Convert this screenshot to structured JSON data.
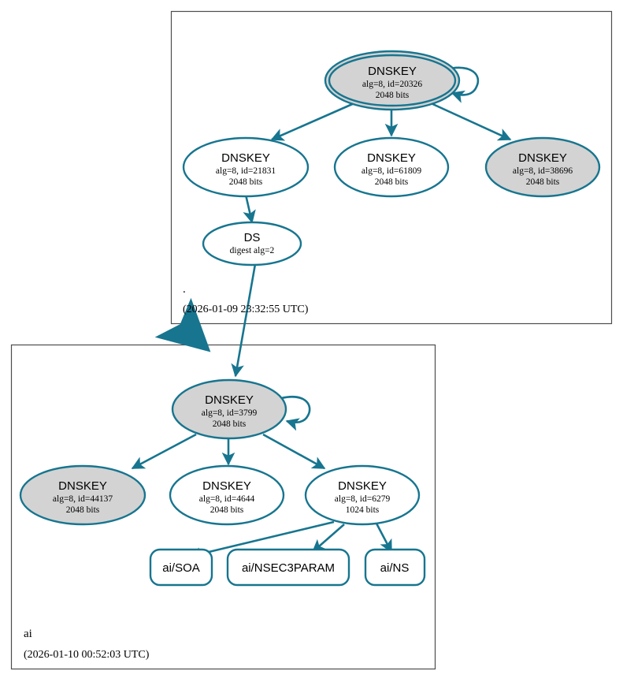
{
  "meta": {
    "colors": {
      "teal": "#17758f",
      "node_secure_fill": "#d3d3d3",
      "node_plain_fill": "#ffffff",
      "zone_border": "#4d4d4d",
      "text": "#000000"
    }
  },
  "zones": [
    {
      "id": "root",
      "name": ".",
      "timestamp": "(2026-01-09 23:32:55 UTC)",
      "nodes": [
        {
          "id": "root-ksk-20326",
          "type": "DNSKEY",
          "shape": "doubleellipse",
          "fill": "secure",
          "title": "DNSKEY",
          "line2": "alg=8, id=20326",
          "line3": "2048 bits",
          "self_signed": true
        },
        {
          "id": "root-zsk-21831",
          "type": "DNSKEY",
          "shape": "ellipse",
          "fill": "plain",
          "title": "DNSKEY",
          "line2": "alg=8, id=21831",
          "line3": "2048 bits",
          "self_signed": false
        },
        {
          "id": "root-zsk-61809",
          "type": "DNSKEY",
          "shape": "ellipse",
          "fill": "plain",
          "title": "DNSKEY",
          "line2": "alg=8, id=61809",
          "line3": "2048 bits",
          "self_signed": false
        },
        {
          "id": "root-zsk-38696",
          "type": "DNSKEY",
          "shape": "ellipse",
          "fill": "secure",
          "title": "DNSKEY",
          "line2": "alg=8, id=38696",
          "line3": "2048 bits",
          "self_signed": false
        },
        {
          "id": "root-ds",
          "type": "DS",
          "shape": "ellipse",
          "fill": "plain",
          "title": "DS",
          "line2": "digest alg=2",
          "line3": "",
          "self_signed": false
        }
      ]
    },
    {
      "id": "ai",
      "name": "ai",
      "timestamp": "(2026-01-10 00:52:03 UTC)",
      "nodes": [
        {
          "id": "ai-ksk-3799",
          "type": "DNSKEY",
          "shape": "ellipse",
          "fill": "secure",
          "title": "DNSKEY",
          "line2": "alg=8, id=3799",
          "line3": "2048 bits",
          "self_signed": true
        },
        {
          "id": "ai-key-44137",
          "type": "DNSKEY",
          "shape": "ellipse",
          "fill": "secure",
          "title": "DNSKEY",
          "line2": "alg=8, id=44137",
          "line3": "2048 bits",
          "self_signed": false
        },
        {
          "id": "ai-key-4644",
          "type": "DNSKEY",
          "shape": "ellipse",
          "fill": "plain",
          "title": "DNSKEY",
          "line2": "alg=8, id=4644",
          "line3": "2048 bits",
          "self_signed": false
        },
        {
          "id": "ai-key-6279",
          "type": "DNSKEY",
          "shape": "ellipse",
          "fill": "plain",
          "title": "DNSKEY",
          "line2": "alg=8, id=6279",
          "line3": "1024 bits",
          "self_signed": false
        }
      ],
      "rrsets": [
        {
          "id": "ai-soa",
          "label": "ai/SOA"
        },
        {
          "id": "ai-nsec3param",
          "label": "ai/NSEC3PARAM"
        },
        {
          "id": "ai-ns",
          "label": "ai/NS"
        }
      ]
    }
  ],
  "edges": [
    {
      "from": "root-ksk-20326",
      "to": "root-ksk-20326",
      "kind": "self-sign"
    },
    {
      "from": "root-ksk-20326",
      "to": "root-zsk-21831",
      "kind": "sign"
    },
    {
      "from": "root-ksk-20326",
      "to": "root-zsk-61809",
      "kind": "sign"
    },
    {
      "from": "root-ksk-20326",
      "to": "root-zsk-38696",
      "kind": "sign"
    },
    {
      "from": "root-zsk-21831",
      "to": "root-ds",
      "kind": "sign"
    },
    {
      "from": "root-ds",
      "to": "ai-ksk-3799",
      "kind": "ds-to-dnskey"
    },
    {
      "from": "root",
      "to": "ai",
      "kind": "delegation"
    },
    {
      "from": "ai-ksk-3799",
      "to": "ai-ksk-3799",
      "kind": "self-sign"
    },
    {
      "from": "ai-ksk-3799",
      "to": "ai-key-44137",
      "kind": "sign"
    },
    {
      "from": "ai-ksk-3799",
      "to": "ai-key-4644",
      "kind": "sign"
    },
    {
      "from": "ai-ksk-3799",
      "to": "ai-key-6279",
      "kind": "sign"
    },
    {
      "from": "ai-key-6279",
      "to": "ai-soa",
      "kind": "sign"
    },
    {
      "from": "ai-key-6279",
      "to": "ai-nsec3param",
      "kind": "sign"
    },
    {
      "from": "ai-key-6279",
      "to": "ai-ns",
      "kind": "sign"
    }
  ]
}
